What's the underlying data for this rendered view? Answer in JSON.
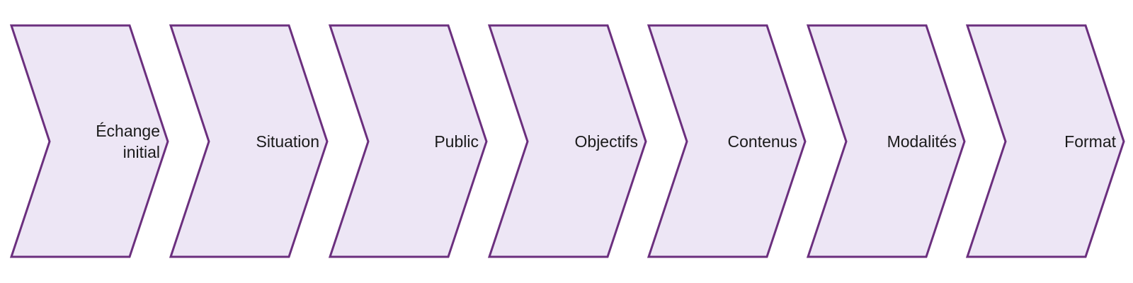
{
  "diagram": {
    "colors": {
      "fill": "#EDE6F5",
      "stroke": "#6B2F7E"
    },
    "steps": [
      {
        "label": "Échange\ninitial"
      },
      {
        "label": "Situation"
      },
      {
        "label": "Public"
      },
      {
        "label": "Objectifs"
      },
      {
        "label": "Contenus"
      },
      {
        "label": "Modalités"
      },
      {
        "label": "Format"
      }
    ]
  }
}
